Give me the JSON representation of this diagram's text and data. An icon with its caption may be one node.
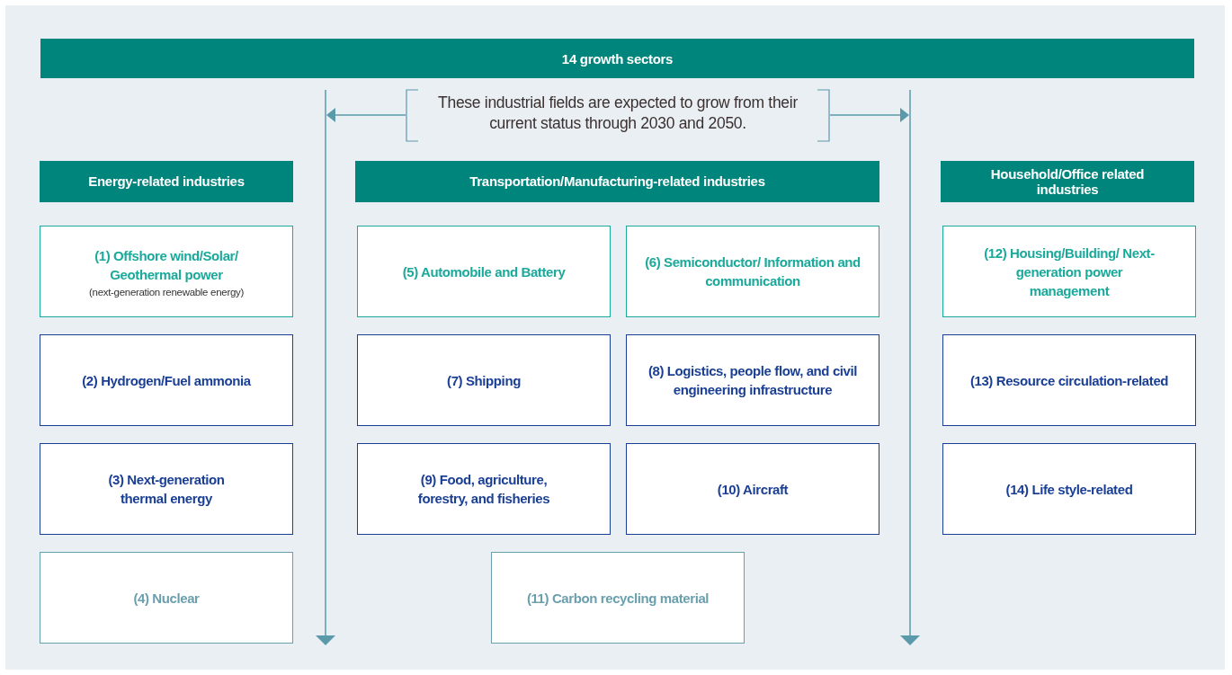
{
  "diagram": {
    "nodes": [
      {
        "text": [
          "14 growth sectors"
        ]
      },
      {
        "text": [
          "Energy-related industries"
        ]
      },
      {
        "text": [
          "Transportation/Manufacturing-related industries"
        ]
      },
      {
        "text": [
          "Household/Office related industries"
        ]
      },
      {
        "text": [
          "(1) Offshore wind/Solar/ Geothermal power",
          "(next-generation renewable energy)"
        ]
      },
      {
        "text": [
          "(5) Automobile and Battery"
        ]
      },
      {
        "text": [
          "(6) Semiconductor/ Information and communication"
        ]
      },
      {
        "text": [
          "(12) Housing/Building/ Next-generation power management"
        ]
      },
      {
        "text": [
          "(2) Hydrogen/Fuel ammonia"
        ]
      },
      {
        "text": [
          "(7) Shipping"
        ]
      },
      {
        "text": [
          "(8) Logistics, people flow, and civil engineering infrastructure"
        ]
      },
      {
        "text": [
          "(13) Resource circulation-related"
        ]
      },
      {
        "text": [
          "(3) Next-generation thermal energy"
        ]
      },
      {
        "text": [
          "(9) Food, agriculture, forestry, and fisheries"
        ]
      },
      {
        "text": [
          "(10) Aircraft"
        ]
      },
      {
        "text": [
          "(14) Life style-related"
        ]
      },
      {
        "text": [
          "(4) Nuclear"
        ]
      },
      {
        "text": [
          "(11) Carbon recycling material"
        ]
      }
    ],
    "labels": [
      "These industrial fields are expected to grow from their current status through 2030 and 2050."
    ]
  }
}
